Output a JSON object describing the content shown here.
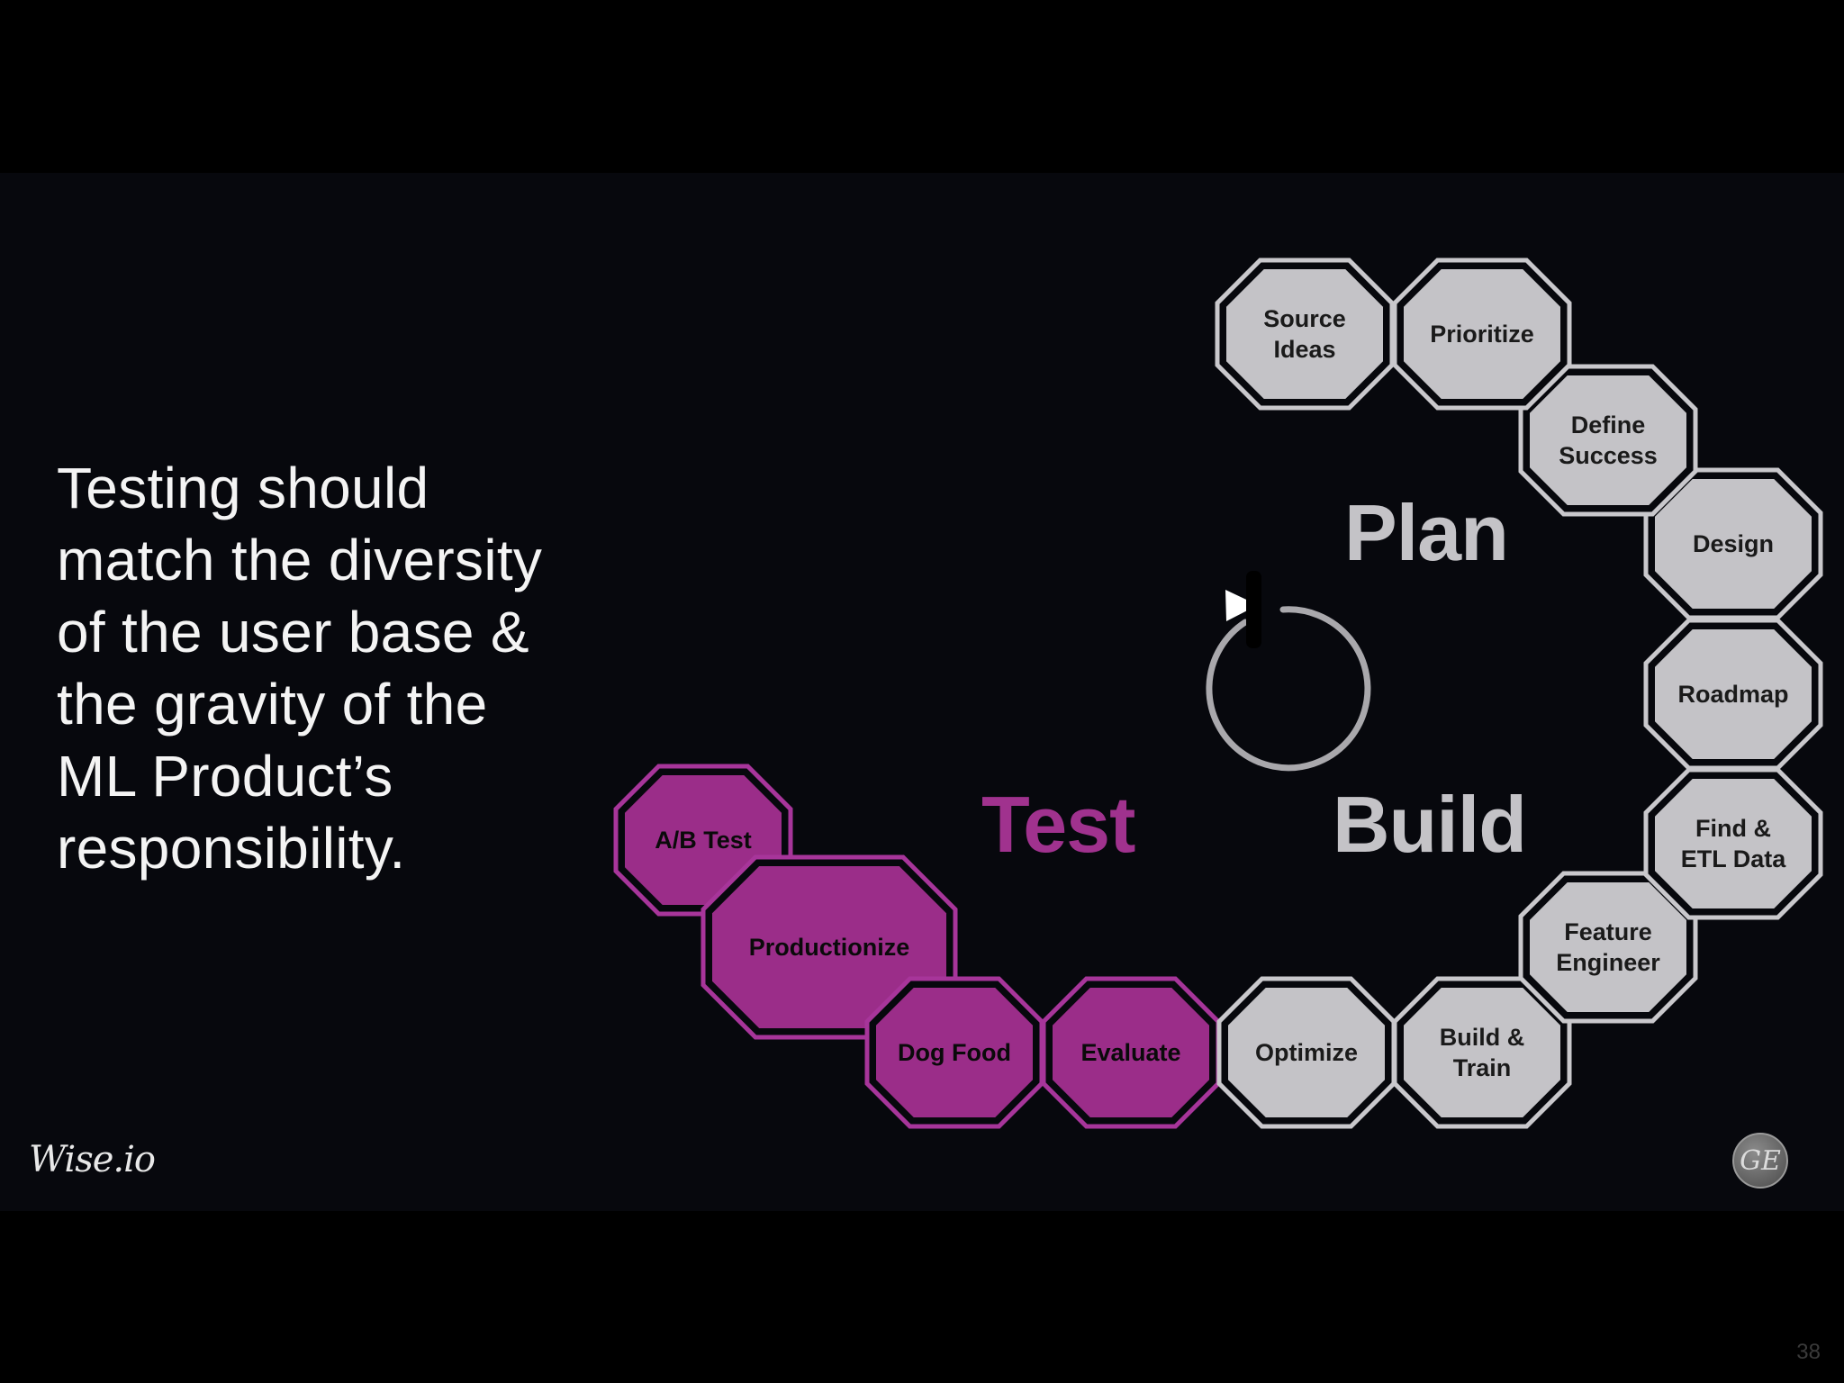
{
  "headline": [
    "Testing should",
    "match the diversity",
    "of the user base &",
    "the gravity of the",
    "ML Product’s",
    "responsibility."
  ],
  "phases": {
    "plan": "Plan",
    "build": "Build",
    "test": "Test"
  },
  "nodes": [
    {
      "id": "source-ideas",
      "lines": [
        "Source",
        "Ideas"
      ],
      "phase": "plan"
    },
    {
      "id": "prioritize",
      "lines": [
        "Prioritize"
      ],
      "phase": "plan"
    },
    {
      "id": "define-success",
      "lines": [
        "Define",
        "Success"
      ],
      "phase": "plan"
    },
    {
      "id": "design",
      "lines": [
        "Design"
      ],
      "phase": "plan"
    },
    {
      "id": "roadmap",
      "lines": [
        "Roadmap"
      ],
      "phase": "plan"
    },
    {
      "id": "find-etl-data",
      "lines": [
        "Find &",
        "ETL Data"
      ],
      "phase": "build"
    },
    {
      "id": "feature-engineer",
      "lines": [
        "Feature",
        "Engineer"
      ],
      "phase": "build"
    },
    {
      "id": "build-train",
      "lines": [
        "Build &",
        "Train"
      ],
      "phase": "build"
    },
    {
      "id": "optimize",
      "lines": [
        "Optimize"
      ],
      "phase": "build"
    },
    {
      "id": "evaluate",
      "lines": [
        "Evaluate"
      ],
      "phase": "test"
    },
    {
      "id": "dog-food",
      "lines": [
        "Dog Food"
      ],
      "phase": "test"
    },
    {
      "id": "productionize",
      "lines": [
        "Productionize"
      ],
      "phase": "test"
    },
    {
      "id": "ab-test",
      "lines": [
        "A/B Test"
      ],
      "phase": "test"
    }
  ],
  "colors": {
    "plan_build_fill": "#c4c3c7",
    "plan_build_stroke": "#c9c8cc",
    "test_fill": "#9b2d89",
    "test_stroke": "#a7359a",
    "background": "#07080d"
  },
  "icons": {
    "cycle": "cycle-arrow-icon"
  },
  "branding": {
    "left_logo": "Wise.io",
    "right_logo": "GE"
  },
  "page_number": "38"
}
